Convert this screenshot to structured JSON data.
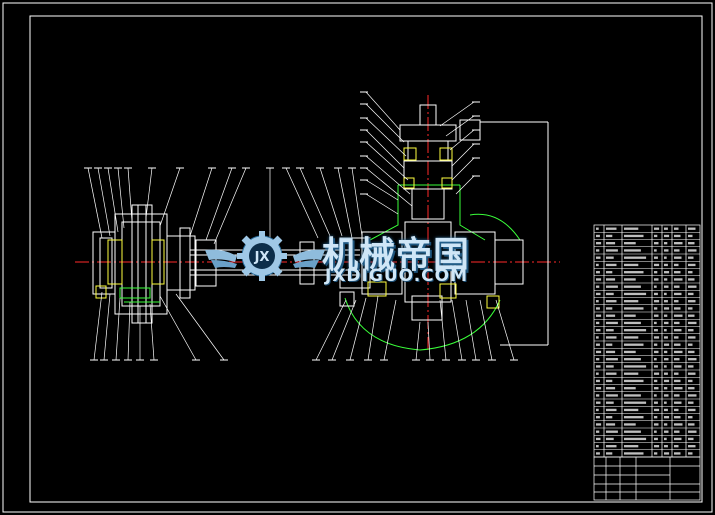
{
  "colors": {
    "background": "#000000",
    "frame": "#ffffff",
    "part": "#ffffff",
    "center_line": "#ff2a2a",
    "housing": "#3aff3a",
    "highlight": "#ffff40",
    "leader": "#ffffff",
    "watermark": "#cfe6f7"
  },
  "icons": [
    "gear-logo-icon",
    "wings-logo-icon"
  ],
  "watermark": {
    "logo_mark": "JX",
    "title_cn": "机械帝国",
    "url": "JXDIGUO.COM"
  }
}
